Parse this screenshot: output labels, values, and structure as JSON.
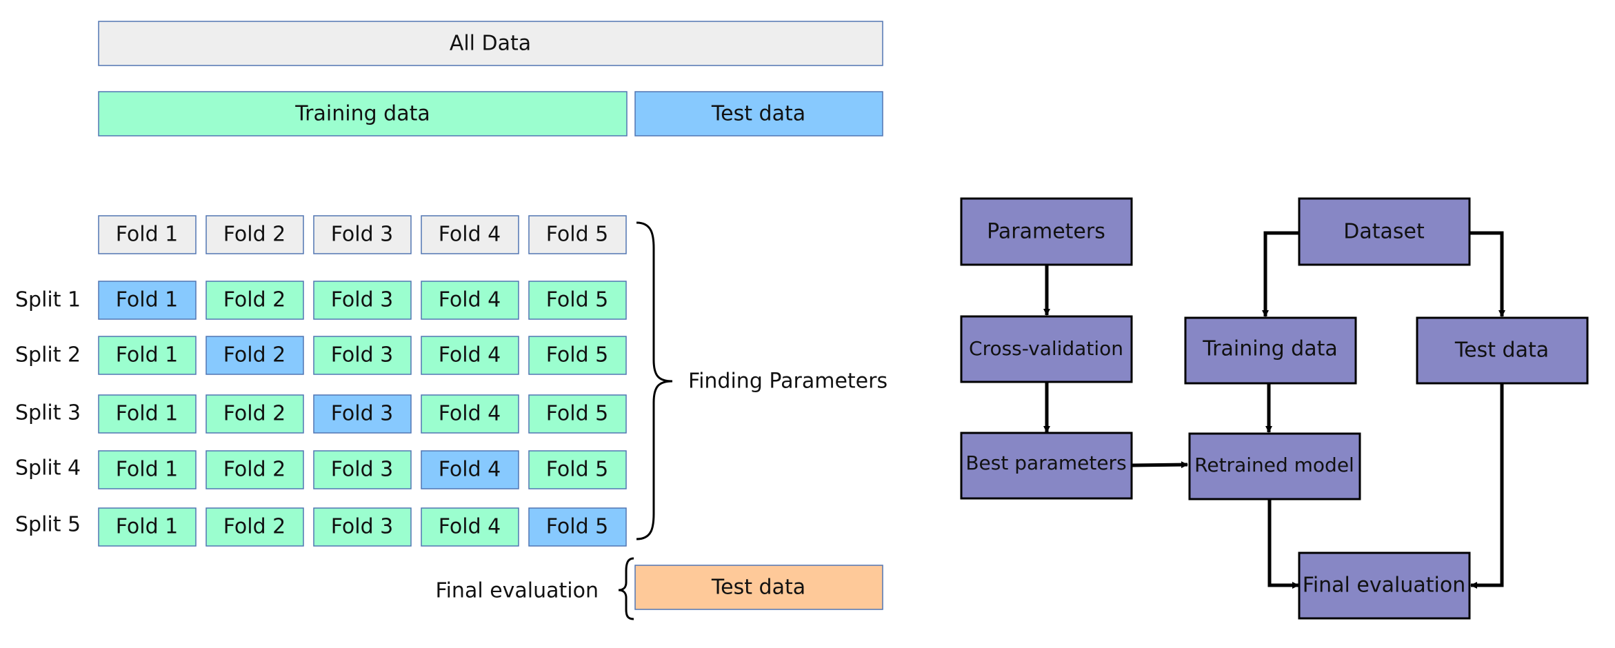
{
  "cv_diagram": {
    "all_data": "All Data",
    "training_data": "Training data",
    "test_data": "Test data",
    "fold_labels": [
      "Fold 1",
      "Fold 2",
      "Fold 3",
      "Fold 4",
      "Fold 5"
    ],
    "split_labels": [
      "Split 1",
      "Split 2",
      "Split 3",
      "Split 4",
      "Split 5"
    ],
    "finding_parameters": "Finding Parameters",
    "final_evaluation": "Final evaluation",
    "final_test_data": "Test data"
  },
  "flowchart": {
    "parameters": "Parameters",
    "dataset": "Dataset",
    "cross_validation": "Cross-validation",
    "training_data": "Training data",
    "test_data": "Test data",
    "best_parameters": "Best parameters",
    "retrained_model": "Retrained model",
    "final_evaluation": "Final evaluation"
  },
  "colors": {
    "gray": "#eeeeee",
    "green": "#9bfecf",
    "blue": "#87c9fe",
    "orange": "#fec999",
    "box_stroke": "#5075b2",
    "flow_fill": "#8787c5"
  }
}
